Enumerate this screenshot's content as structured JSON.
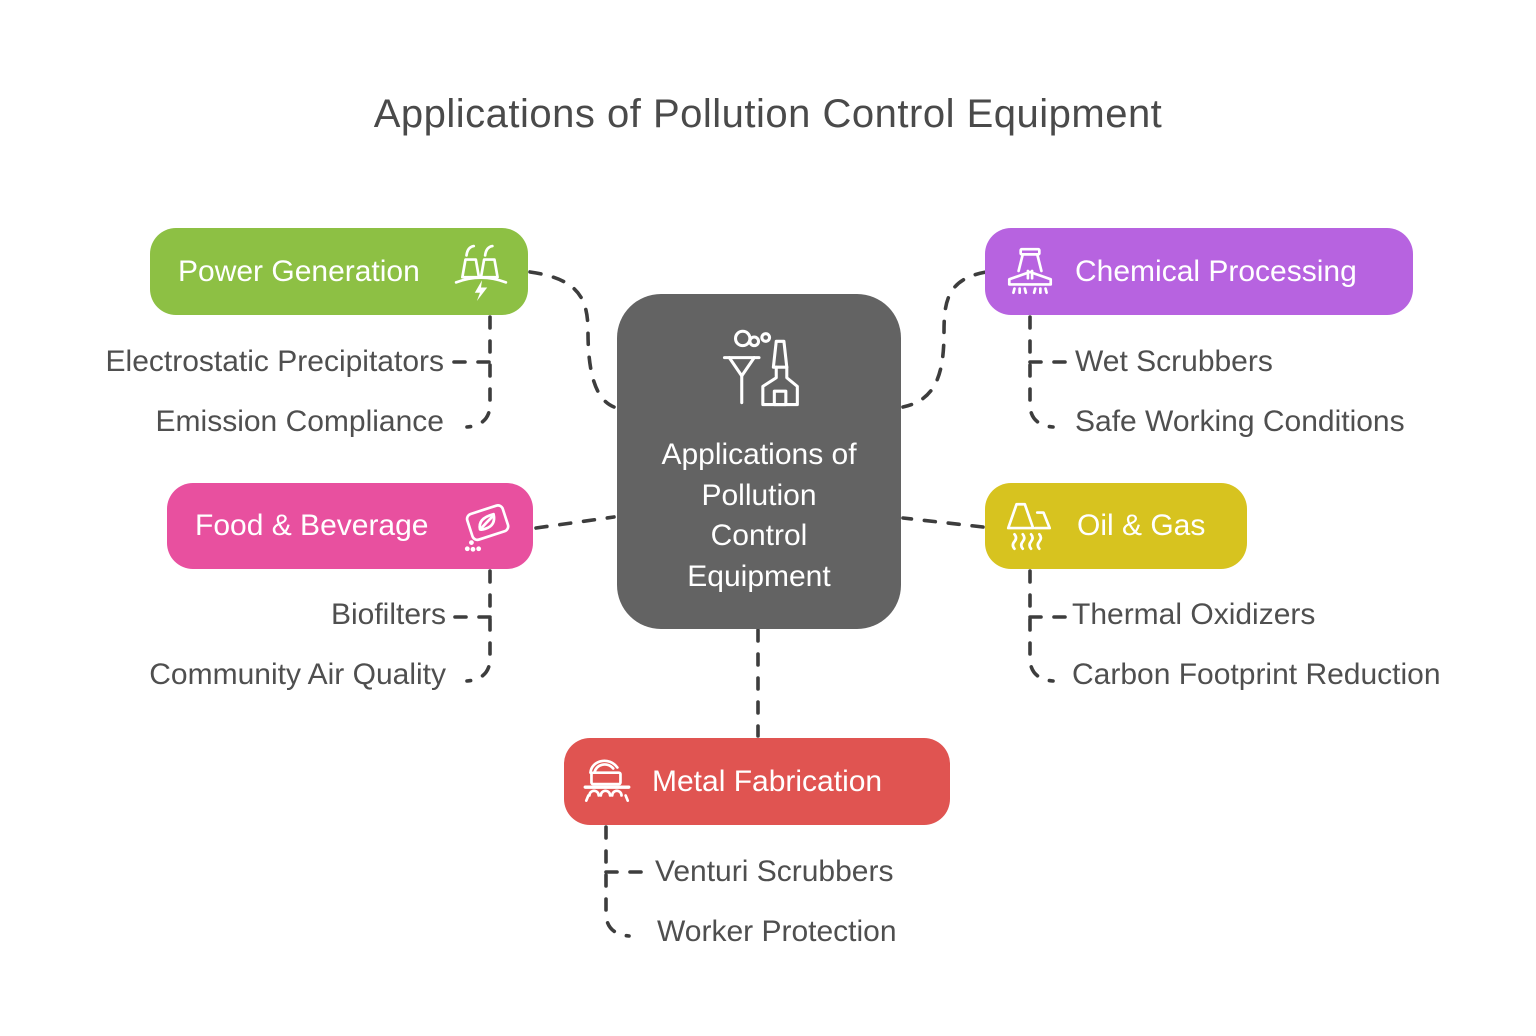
{
  "title": "Applications of Pollution Control Equipment",
  "colors": {
    "center": "#636363",
    "connector": "#3d3d3d",
    "title_text": "#4a4a4a",
    "subitem_text": "#4f4f4f",
    "power": "#8dc044",
    "chemical": "#b763e0",
    "food": "#e8509f",
    "oil": "#d7c31f",
    "metal": "#e05451"
  },
  "center": {
    "label": "Applications of Pollution Control Equipment",
    "icon": "factory-funnel-icon"
  },
  "branches": [
    {
      "label": "Power Generation",
      "icon": "power-plant-icon",
      "children": [
        "Electrostatic Precipitators",
        "Emission Compliance"
      ]
    },
    {
      "label": "Chemical Processing",
      "icon": "scrubber-tower-icon",
      "children": [
        "Wet Scrubbers",
        "Safe Working Conditions"
      ]
    },
    {
      "label": "Food & Beverage",
      "icon": "seed-packet-icon",
      "children": [
        "Biofilters",
        "Community Air Quality"
      ]
    },
    {
      "label": "Oil & Gas",
      "icon": "cooling-towers-icon",
      "children": [
        "Thermal Oxidizers",
        "Carbon Footprint Reduction"
      ]
    },
    {
      "label": "Metal Fabrication",
      "icon": "rolling-mill-icon",
      "children": [
        "Venturi Scrubbers",
        "Worker Protection"
      ]
    }
  ]
}
